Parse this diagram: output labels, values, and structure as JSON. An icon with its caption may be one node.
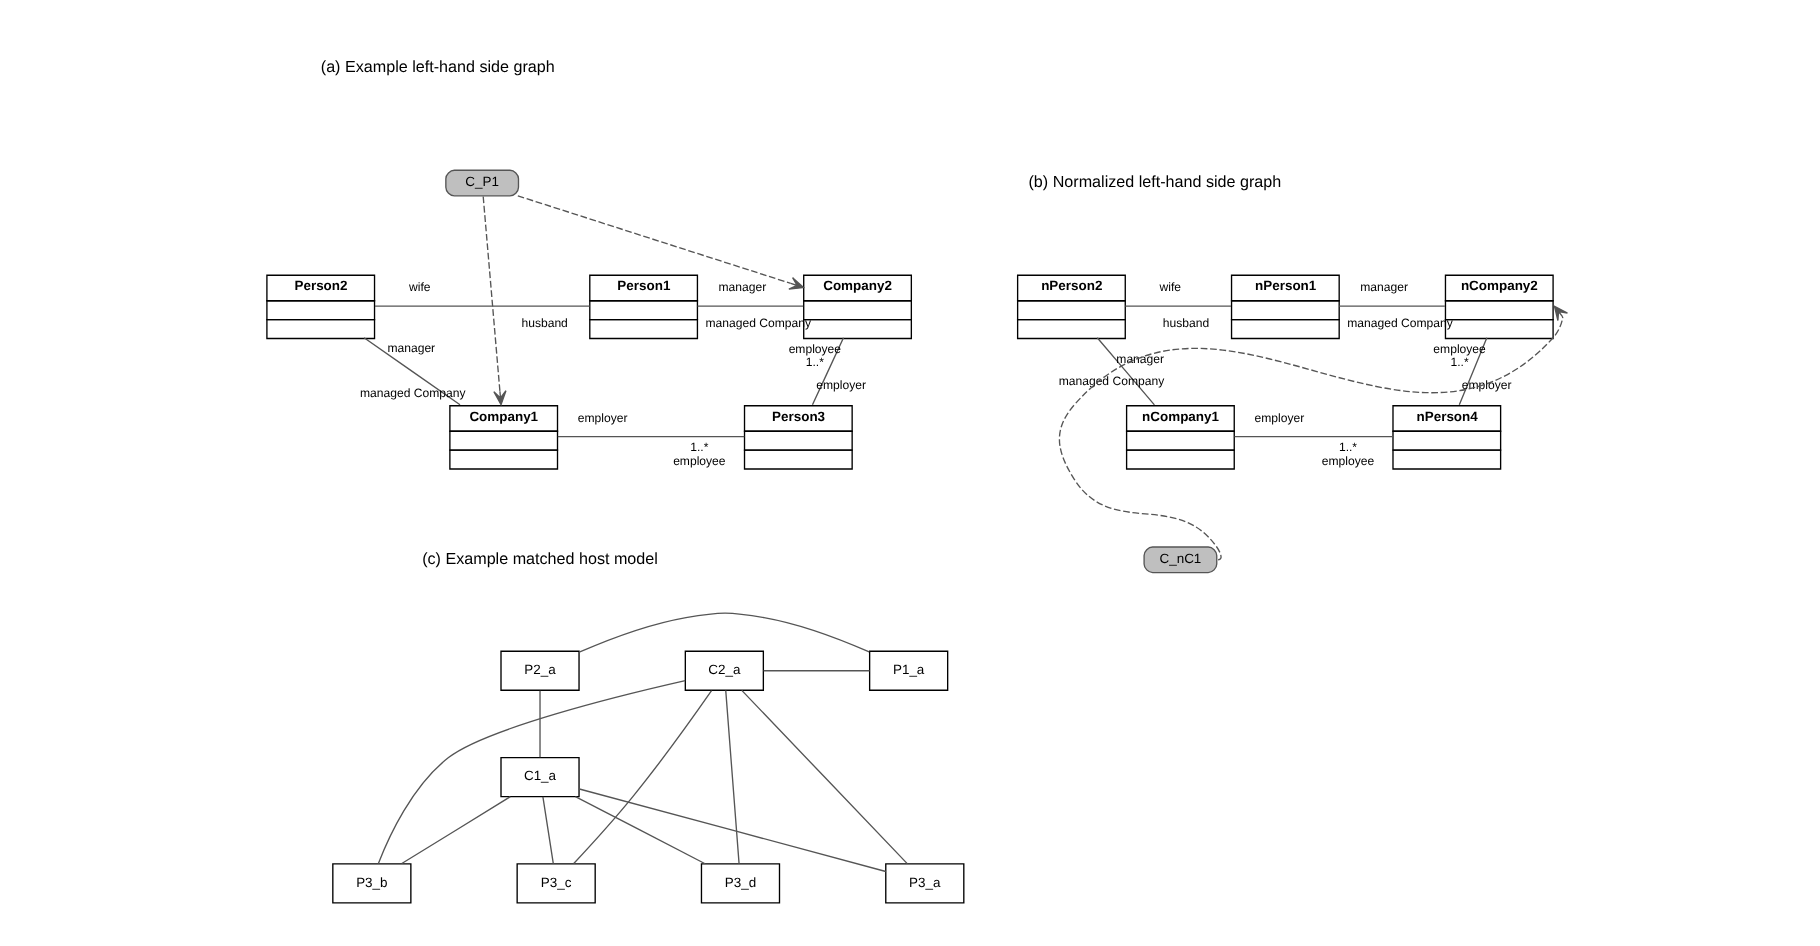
{
  "diagram": {
    "nodes": [
      {
        "text": [
          "C_P1"
        ]
      },
      {
        "text": [
          "Person2"
        ]
      },
      {
        "text": [
          "Person1"
        ]
      },
      {
        "text": [
          "Company2"
        ]
      },
      {
        "text": [
          "Company1"
        ]
      },
      {
        "text": [
          "Person3"
        ]
      },
      {
        "text": [
          "nPerson2"
        ]
      },
      {
        "text": [
          "nPerson1"
        ]
      },
      {
        "text": [
          "nCompany2"
        ]
      },
      {
        "text": [
          "nCompany1"
        ]
      },
      {
        "text": [
          "nPerson4"
        ]
      },
      {
        "text": [
          "C_nC1"
        ]
      },
      {
        "text": [
          "P2_a"
        ]
      },
      {
        "text": [
          "P1_a"
        ]
      },
      {
        "text": [
          "C2_a"
        ]
      },
      {
        "text": [
          "P3_a"
        ]
      },
      {
        "text": [
          "P3_b"
        ]
      },
      {
        "text": [
          "C1_a"
        ]
      },
      {
        "text": [
          "P3_c"
        ]
      },
      {
        "text": [
          "P3_d"
        ]
      }
    ],
    "edges": [
      {
        "from": 1,
        "to": 2,
        "arrow": "none"
      },
      {
        "from": 2,
        "to": 3,
        "arrow": "none"
      },
      {
        "from": 3,
        "to": 5,
        "arrow": "none"
      },
      {
        "from": 1,
        "to": 4,
        "arrow": "none"
      },
      {
        "from": 4,
        "to": 5,
        "arrow": "none"
      },
      {
        "from": 0,
        "to": 3,
        "arrow": "to",
        "style": "dashed"
      },
      {
        "from": 0,
        "to": 4,
        "arrow": "to",
        "style": "dashed"
      },
      {
        "from": 6,
        "to": 7,
        "arrow": "none"
      },
      {
        "from": 7,
        "to": 8,
        "arrow": "none"
      },
      {
        "from": 8,
        "to": 10,
        "arrow": "none"
      },
      {
        "from": 6,
        "to": 9,
        "arrow": "none"
      },
      {
        "from": 9,
        "to": 10,
        "arrow": "none"
      },
      {
        "from": 11,
        "to": 8,
        "arrow": "to",
        "style": "dashed"
      },
      {
        "from": 12,
        "to": 13,
        "arrow": "none"
      },
      {
        "from": 13,
        "to": 14,
        "arrow": "none"
      },
      {
        "from": 12,
        "to": 17,
        "arrow": "none"
      },
      {
        "from": 17,
        "to": 15,
        "arrow": "none"
      },
      {
        "from": 17,
        "to": 16,
        "arrow": "none"
      },
      {
        "from": 17,
        "to": 18,
        "arrow": "none"
      },
      {
        "from": 17,
        "to": 19,
        "arrow": "none"
      },
      {
        "from": 15,
        "to": 14,
        "arrow": "none"
      },
      {
        "from": 16,
        "to": 14,
        "arrow": "none"
      },
      {
        "from": 18,
        "to": 14,
        "arrow": "none"
      },
      {
        "from": 19,
        "to": 14,
        "arrow": "none"
      }
    ],
    "labels": [
      "(a) Example left-hand side graph",
      "(b) Normalized left-hand side graph",
      "wife",
      "husband",
      "manager",
      "managed Company",
      "manager",
      "employer",
      "employee",
      "1..*",
      "employer",
      "1..*",
      "managed Company",
      "employee",
      "wife",
      "husband",
      "manager",
      "managed Company",
      "manager",
      "employer",
      "employee",
      "1..*",
      "employer",
      "1..*",
      "managed Company",
      "employee",
      "(c) Example matched host model"
    ]
  }
}
